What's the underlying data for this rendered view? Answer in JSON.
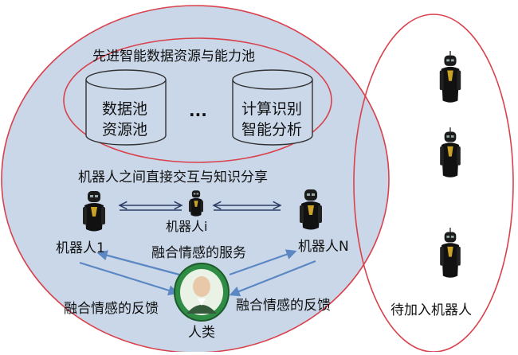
{
  "pool": {
    "title": "先进智能数据资源与能力池",
    "left_db": {
      "line1": "数据池",
      "line2": "资源池"
    },
    "ellipsis": "···",
    "right_db": {
      "line1": "计算识别",
      "line2": "智能分析"
    }
  },
  "interaction_title": "机器人之间直接交互与知识分享",
  "robots": {
    "robot_1": "机器人1",
    "robot_i": "机器人i",
    "robot_n": "机器人N"
  },
  "service_label": "融合情感的服务",
  "feedback_left": "融合情感的反馈",
  "feedback_right": "融合情感的反馈",
  "human_label": "人类",
  "waiting_label": "待加入机器人",
  "colors": {
    "big_circle_fill": "#c9d7e9",
    "outline_red": "#d9414c",
    "arrow_blue": "#5b87c2",
    "cylinder_fill": "#cad8ea",
    "human_badge": "#2f8c45"
  }
}
